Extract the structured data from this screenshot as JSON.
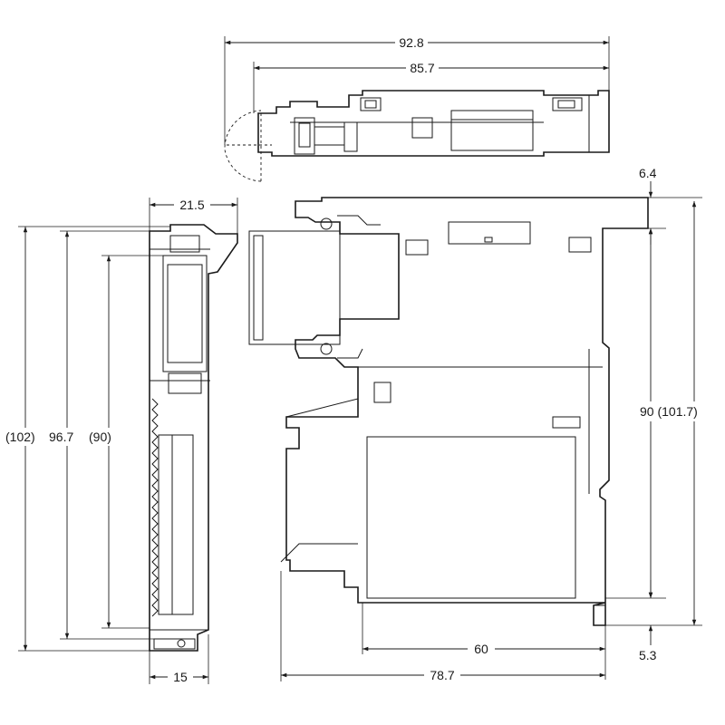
{
  "drawing": {
    "top_view": {
      "overall_width": "92.8",
      "body_width": "85.7"
    },
    "side_view": {
      "width": "21.5",
      "base_width": "15",
      "height_total": "(102)",
      "height_body": "96.7",
      "height_case": "(90)"
    },
    "front_view": {
      "top_offset": "6.4",
      "height": "90 (101.7)",
      "bottom_offset": "5.3",
      "depth_body": "60",
      "depth_total": "78.7"
    }
  }
}
